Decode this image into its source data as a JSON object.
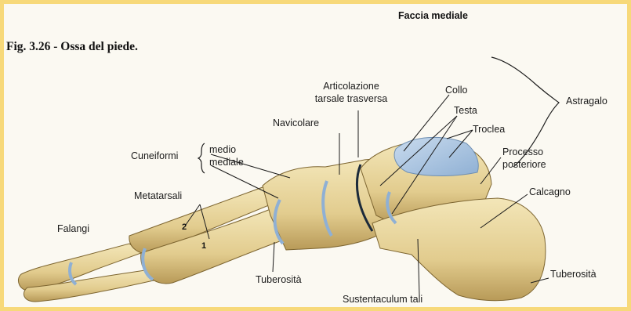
{
  "header": {
    "view_title": "Faccia mediale",
    "figure_caption": "Fig. 3.26 - Ossa del piede."
  },
  "labels": {
    "articolazione_1": "Articolazione",
    "articolazione_2": "tarsale trasversa",
    "collo": "Collo",
    "testa": "Testa",
    "troclea": "Troclea",
    "astragalo": "Astragalo",
    "navicolare": "Navicolare",
    "processo_1": "Processo",
    "processo_2": "posteriore",
    "cuneiformi": "Cuneiformi",
    "medio": "medio",
    "mediale": "mediale",
    "calcagno": "Calcagno",
    "metatarsali": "Metatarsali",
    "falangi": "Falangi",
    "num_2": "2",
    "num_1": "1",
    "tuberosita_navicolare": "Tuberosità",
    "tuberosita_calcagno": "Tuberosità",
    "sustentaculum": "Sustentaculum tali"
  },
  "colors": {
    "frame": "#f7d97a",
    "paper": "#fbf9f2",
    "bone": "#e8d49a",
    "bone_shadow": "#b89a58",
    "cartilage": "#a9c3df",
    "ink": "#1b1b1b"
  }
}
